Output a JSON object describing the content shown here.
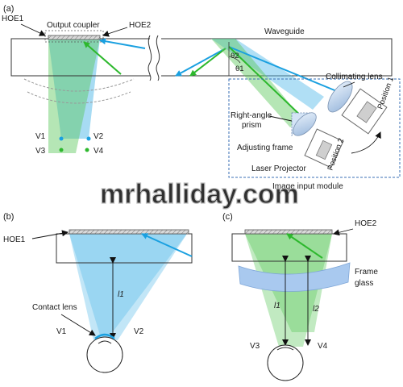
{
  "panels": {
    "a": "(a)",
    "b": "(b)",
    "c": "(c)"
  },
  "labels_a": {
    "hoe1": "HOE1",
    "output_coupler": "Output coupler",
    "hoe2": "HOE2",
    "waveguide": "Waveguide",
    "theta2": "θ2",
    "theta1": "θ1",
    "collimating_lens": "Collimating lens",
    "position1": "Position 1",
    "position2": "Position 2",
    "right_angle_prism_line1": "Right-angle",
    "right_angle_prism_line2": "prism",
    "adjusting_frame": "Adjusting frame",
    "laser_projector": "Laser Projector",
    "image_input_module": "Image input module",
    "v1": "V1",
    "v2": "V2",
    "v3": "V3",
    "v4": "V4"
  },
  "labels_b": {
    "hoe1": "HOE1",
    "l1": "l1",
    "contact_lens": "Contact lens",
    "v1": "V1",
    "v2": "V2"
  },
  "labels_c": {
    "hoe2": "HOE2",
    "frame_glass_line1": "Frame",
    "frame_glass_line2": "glass",
    "l1": "l1",
    "l2": "l2",
    "v3": "V3",
    "v4": "V4"
  },
  "watermark": "mrhalliday.com",
  "colors": {
    "blue_beam": "#4fb8e8",
    "green_beam": "#5cc85c",
    "teal_mix": "#3fb8a8",
    "blue_ray": "#1aa0e0",
    "green_ray": "#2db82d",
    "frame_glass": "#a9c9ef",
    "module_box": "#3a6fb5"
  }
}
